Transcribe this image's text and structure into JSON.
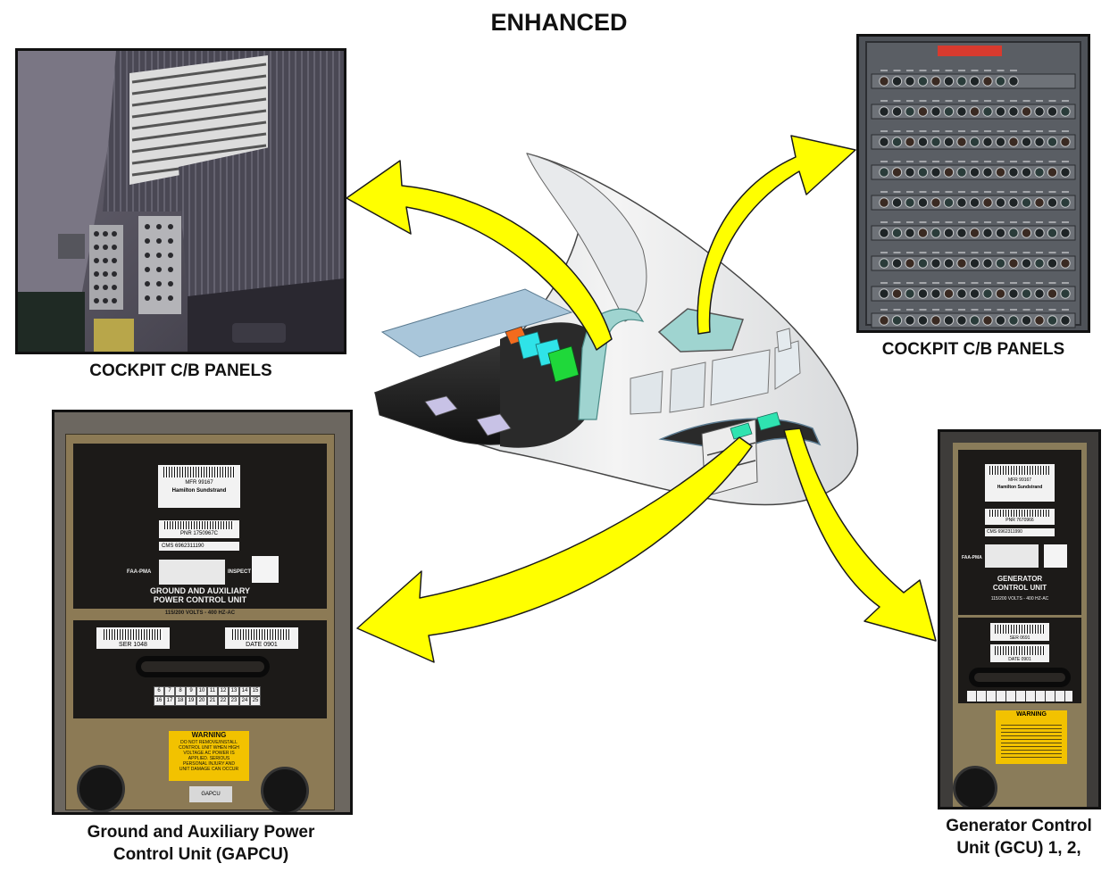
{
  "title": "ENHANCED",
  "captions": {
    "cockpit_left": "COCKPIT C/B PANELS",
    "cockpit_right": "COCKPIT C/B PANELS",
    "gapcu_line1": "Ground and Auxiliary Power",
    "gapcu_line2": "Control Unit (GAPCU)",
    "gcu_line1": "Generator Control",
    "gcu_line2": "Unit (GCU) 1, 2,"
  },
  "gapcu_panel": {
    "mfr": "MFR 99167",
    "brand": "Hamilton Sundstrand",
    "pnr": "PNR 1750967C",
    "cms": "CMS    6962311190",
    "faa": "FAA-PMA",
    "inspect": "INSPECT",
    "name_line1": "GROUND AND AUXILIARY",
    "name_line2": "POWER CONTROL UNIT",
    "rating": "115/200 VOLTS - 400 HZ-AC",
    "ser": "SER 1048",
    "date": "DATE 0901",
    "mod_row1": [
      "6",
      "7",
      "8",
      "9",
      "10",
      "11",
      "12",
      "13",
      "14",
      "15"
    ],
    "mod_row2": [
      "16",
      "17",
      "18",
      "19",
      "20",
      "21",
      "22",
      "23",
      "24",
      "25"
    ],
    "warning_title": "WARNING",
    "warning_text": [
      "DO NOT REMOVE/INSTALL",
      "CONTROL UNIT WHEN HIGH",
      "VOLTAGE AC POWER IS",
      "APPLIED. SERIOUS",
      "PERSONAL INJURY AND",
      "UNIT DAMAGE CAN OCCUR"
    ],
    "bottom_tag_line1": "GAPCU"
  },
  "gcu_panel": {
    "mfr": "MFR 99167",
    "brand": "Hamilton Sundstrand",
    "pnr": "PNR 7670966",
    "cms": "CMS    6962311990",
    "faa": "FAA-PMA",
    "name_line1": "GENERATOR",
    "name_line2": "CONTROL UNIT",
    "rating": "115/200 VOLTS - 400 HZ-AC",
    "ser": "SER 0691",
    "date": "DATE 0901",
    "warning_title": "WARNING"
  },
  "colors": {
    "arrow_fill": "#ffff00",
    "arrow_stroke": "#1a1a1a",
    "warning_label": "#f2c200",
    "panel_dark": "#1c1a18",
    "panel_gold": "#8c7a55",
    "cockpit_cyan": "#9fd4d0",
    "module_orange": "#f26b1d",
    "module_cyan": "#2fe3e8",
    "module_green": "#1fd83a",
    "module_lavender": "#c8c2e6"
  }
}
